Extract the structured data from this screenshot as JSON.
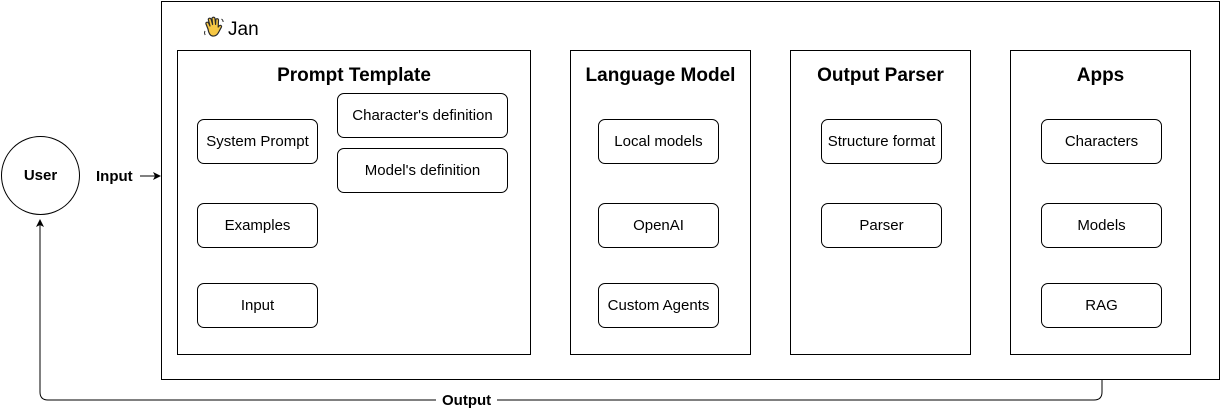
{
  "brand": {
    "icon": "waving-hand-icon",
    "name": "Jan"
  },
  "user": {
    "label": "User"
  },
  "edges": {
    "input_label": "Input",
    "output_label": "Output"
  },
  "panels": {
    "prompt_template": {
      "title": "Prompt Template",
      "system_prompt": "System Prompt",
      "character_definition": "Character's definition",
      "model_definition": "Model's definition",
      "examples": "Examples",
      "input": "Input"
    },
    "language_model": {
      "title": "Language Model",
      "items": [
        "Local models",
        "OpenAI",
        "Custom Agents"
      ]
    },
    "output_parser": {
      "title": "Output Parser",
      "items": [
        "Structure format",
        "Parser"
      ]
    },
    "apps": {
      "title": "Apps",
      "items": [
        "Characters",
        "Models",
        "RAG"
      ]
    }
  }
}
